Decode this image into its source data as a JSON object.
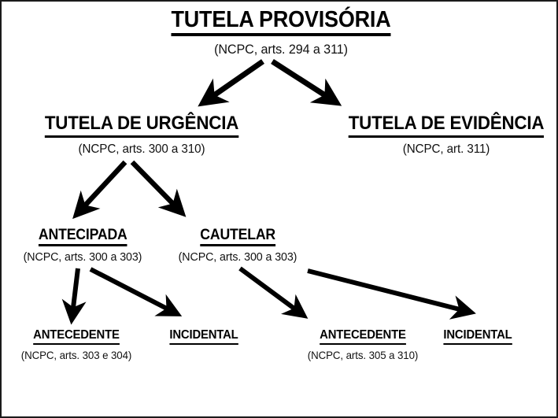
{
  "diagram": {
    "type": "hierarchy-tree",
    "border_color": "#1a1a1a",
    "background_color": "#ffffff",
    "text_color": "#000000",
    "arrow_color": "#000000",
    "nodes": {
      "root": {
        "title": "TUTELA PROVISÓRIA",
        "subtitle": "(NCPC, arts. 294 a 311)"
      },
      "urgencia": {
        "title": "TUTELA DE URGÊNCIA",
        "subtitle": "(NCPC, arts. 300 a 310)"
      },
      "evidencia": {
        "title": "TUTELA DE EVIDÊNCIA",
        "subtitle": "(NCPC, art. 311)"
      },
      "antecipada": {
        "title": "ANTECIPADA",
        "subtitle": "(NCPC, arts. 300 a 303)"
      },
      "cautelar": {
        "title": "CAUTELAR",
        "subtitle": "(NCPC, arts. 300 a 303)"
      },
      "antecedente_antecipada": {
        "title": "ANTECEDENTE",
        "subtitle": "(NCPC, arts. 303 e 304)"
      },
      "incidental_antecipada": {
        "title": "INCIDENTAL",
        "subtitle": ""
      },
      "antecedente_cautelar": {
        "title": "ANTECEDENTE",
        "subtitle": "(NCPC, arts. 305 a 310)"
      },
      "incidental_cautelar": {
        "title": "INCIDENTAL",
        "subtitle": ""
      }
    },
    "edges": [
      {
        "name": "root-to-urgencia",
        "from": "root",
        "to": "urgencia"
      },
      {
        "name": "root-to-evidencia",
        "from": "root",
        "to": "evidencia"
      },
      {
        "name": "urgencia-to-antecipada",
        "from": "urgencia",
        "to": "antecipada"
      },
      {
        "name": "urgencia-to-cautelar",
        "from": "urgencia",
        "to": "cautelar"
      },
      {
        "name": "antecipada-to-antecedente",
        "from": "antecipada",
        "to": "antecedente_antecipada"
      },
      {
        "name": "antecipada-to-incidental",
        "from": "antecipada",
        "to": "incidental_antecipada"
      },
      {
        "name": "cautelar-to-antecedente",
        "from": "cautelar",
        "to": "antecedente_cautelar"
      },
      {
        "name": "cautelar-to-incidental",
        "from": "cautelar",
        "to": "incidental_cautelar"
      }
    ]
  }
}
